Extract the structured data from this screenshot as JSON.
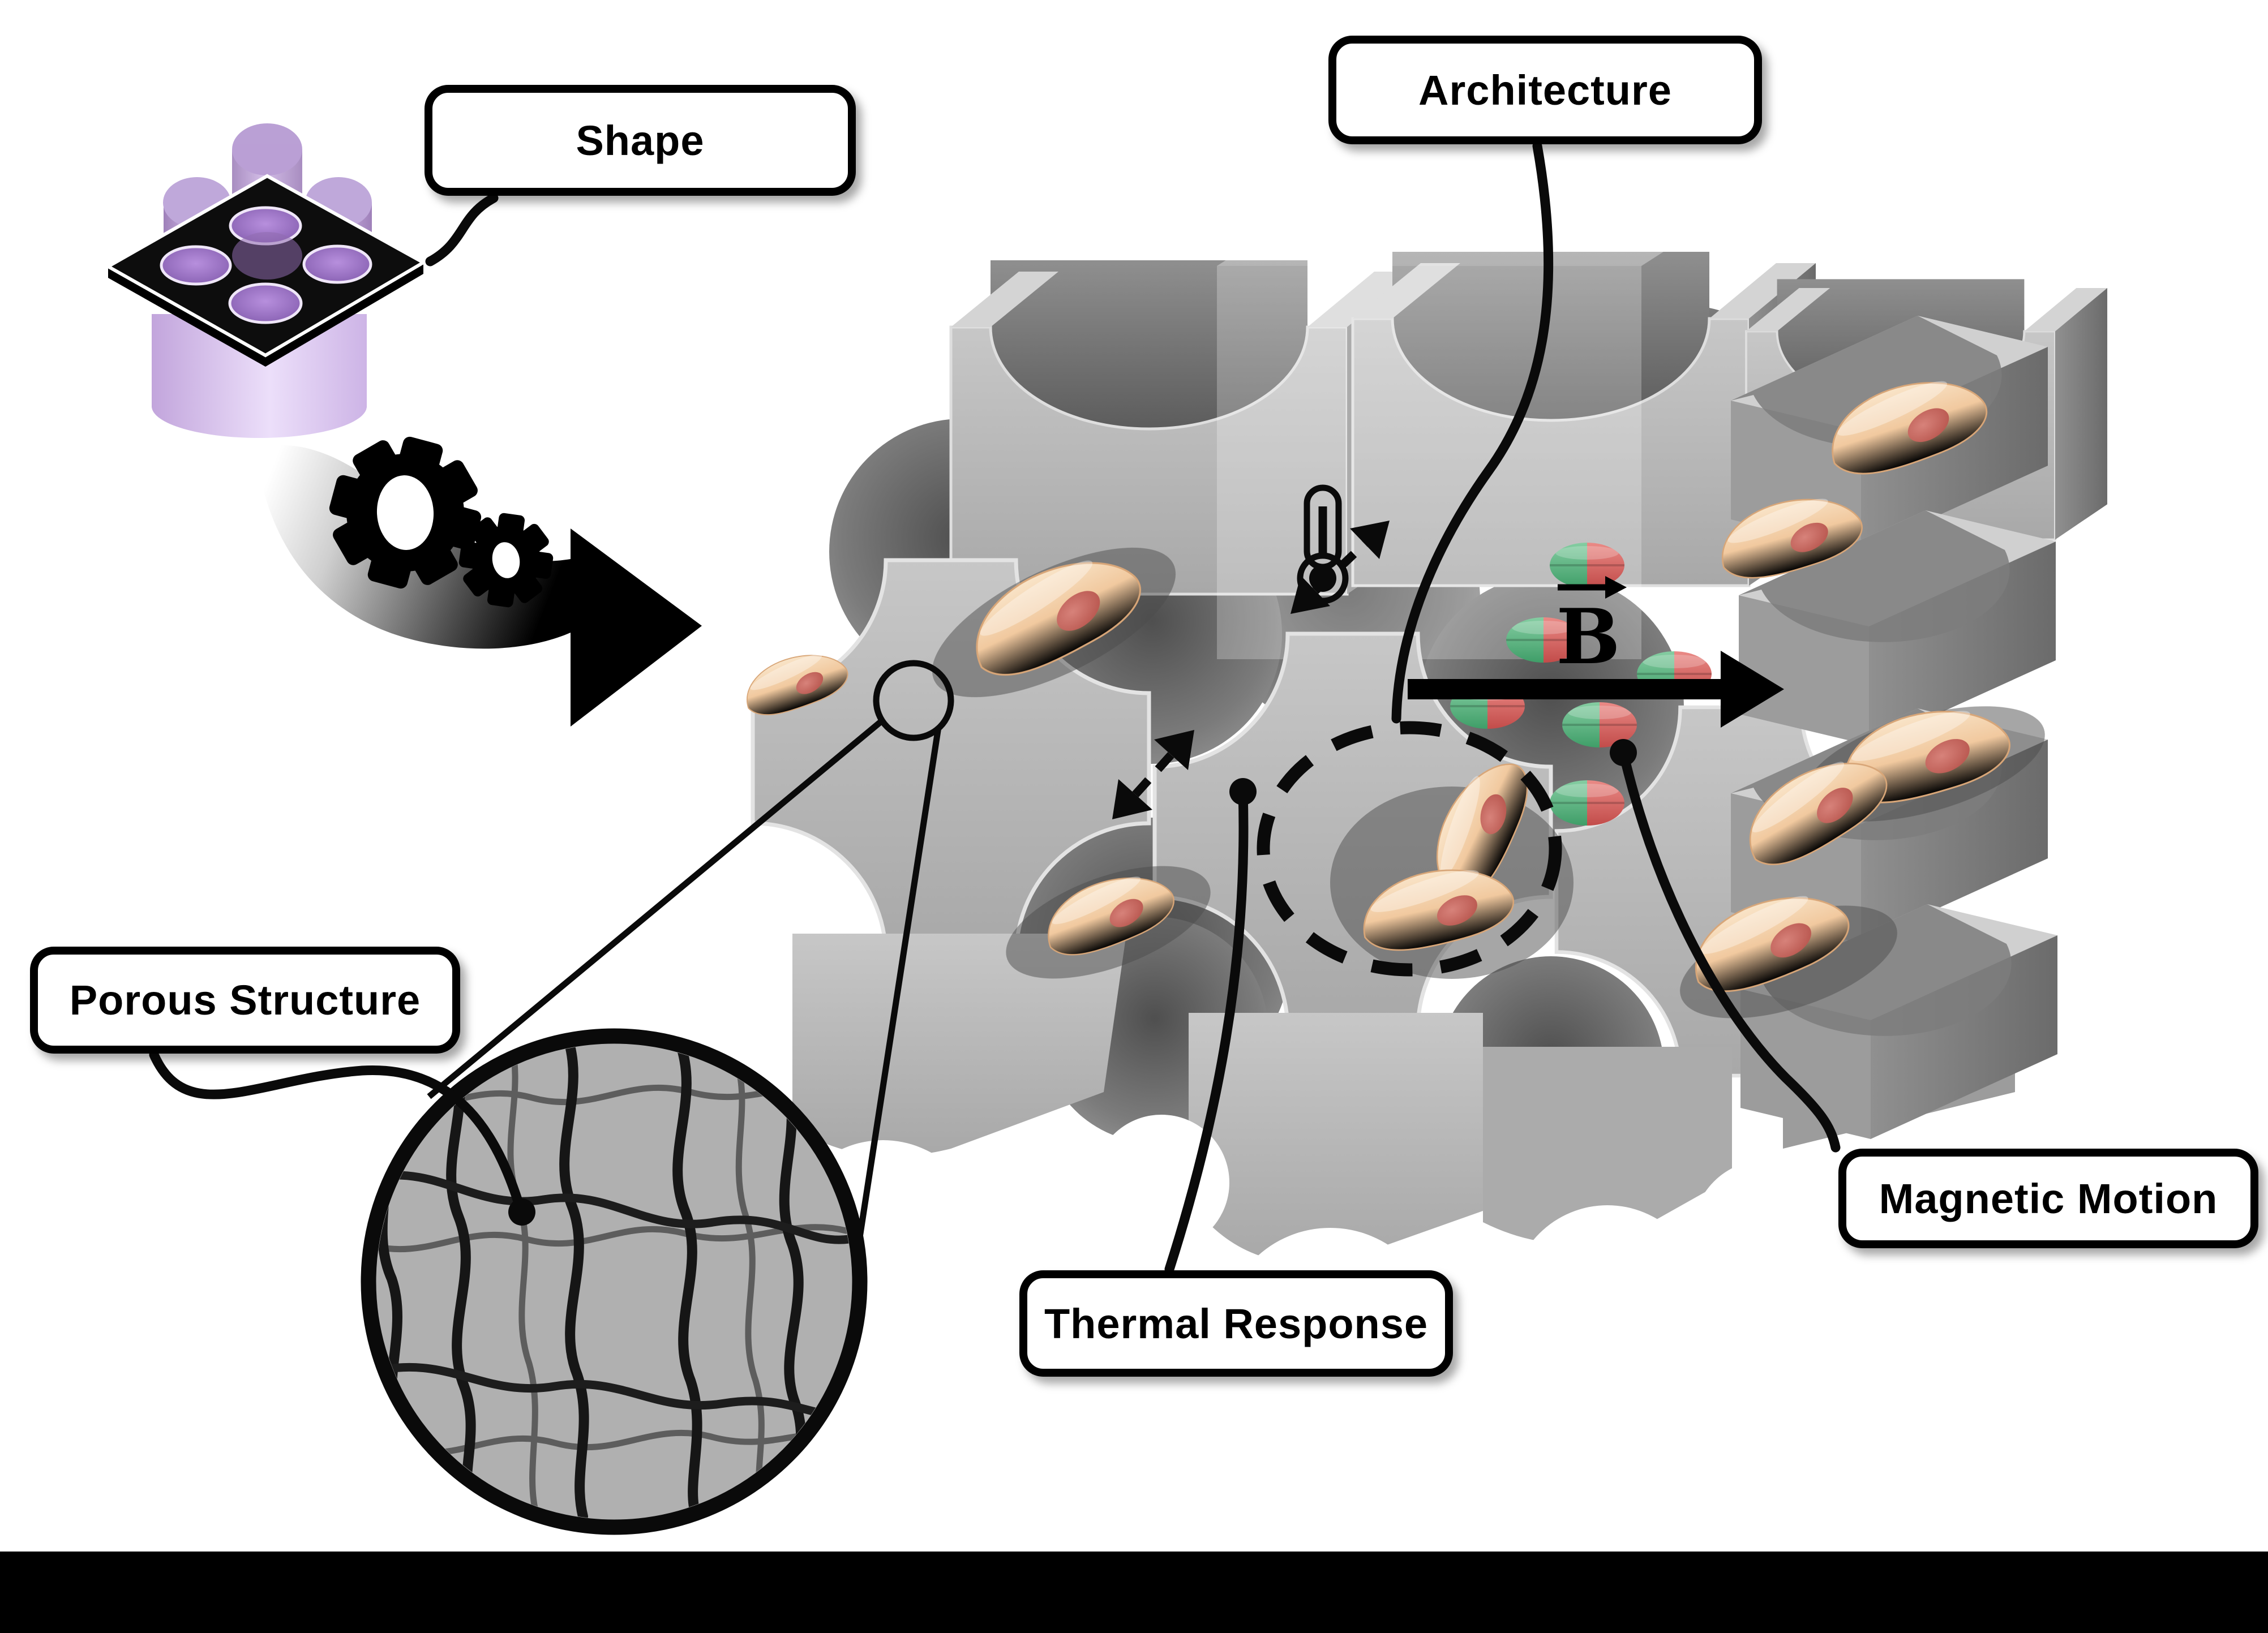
{
  "figure": {
    "type": "scientific-diagram",
    "subject": "4D printed magneto-thermo-responsive porous scaffold with cells",
    "background_color": "#ffffff",
    "bottom_bar_color": "#000000"
  },
  "callouts": {
    "shape": {
      "label": "Shape"
    },
    "architecture": {
      "label": "Architecture"
    },
    "porous_structure": {
      "label": "Porous Structure"
    },
    "thermal_response": {
      "label": "Thermal Response"
    },
    "magnetic_motion": {
      "label": "Magnetic Motion"
    }
  },
  "magnetic_field": {
    "symbol": "B",
    "arrow_direction": "right"
  },
  "icons": {
    "mold": "purple-cylinder-mold-icon",
    "process": "gears-arrow-icon",
    "temperature": "thermometer-icon",
    "expansion": "dashed-double-arrow-icon",
    "inspection": "dashed-circle-icon",
    "zoom_link": "magnifier-circle-icon"
  },
  "elements": {
    "magnetic_particles": {
      "count": 6,
      "left_color": "#57b27c",
      "right_color": "#d25a57"
    },
    "cells": {
      "count": 10,
      "body_color": "#f2cfa8",
      "nucleus_color": "#c4655e"
    },
    "scaffold": {
      "main_color": "#b5b5b5",
      "channel_color": "#6e6e6e"
    },
    "mold": {
      "cylinder_color": "#9b77bd",
      "base_color": "#cdb4e6",
      "plate_color": "#0d0d0d"
    },
    "inset": {
      "fill": "#b0b0b0",
      "fiber_dark": "#161616",
      "fiber_gray": "#5d5d5d"
    }
  }
}
